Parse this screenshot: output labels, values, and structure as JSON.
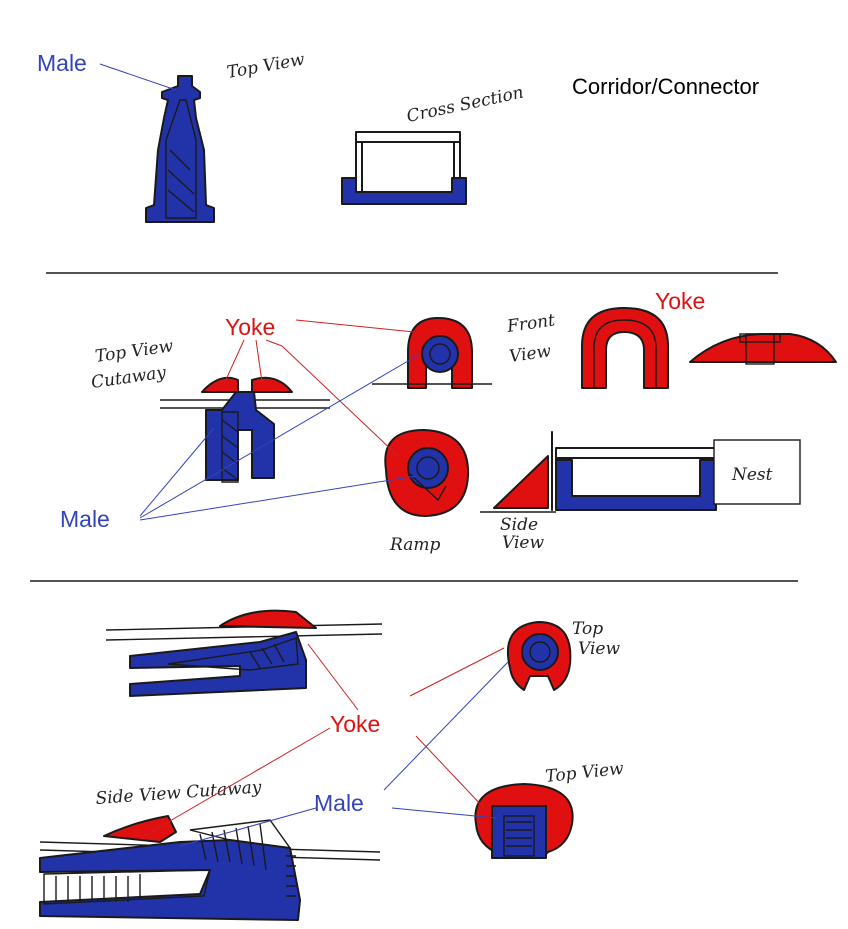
{
  "title": "Corridor/Connector",
  "labels": {
    "male": "Male",
    "yoke": "Yoke"
  },
  "notes": {
    "top_view": "Top View",
    "cross_section": "Cross Section",
    "top_view_cutaway": "Top View Cutaway",
    "front_view": "Front View",
    "ramp": "Ramp",
    "side_view": "Side View",
    "nest": "Nest",
    "side_view_cutaway": "Side View Cutaway"
  },
  "colors": {
    "male": "#2233aa",
    "yoke": "#e01010",
    "male_label": "#3344bb",
    "yoke_label": "#dd1111",
    "leader_red": "#cc2222",
    "leader_blue": "#3344bb",
    "fill_gray": "#7a7a7a",
    "ink": "#1a1a1a"
  }
}
